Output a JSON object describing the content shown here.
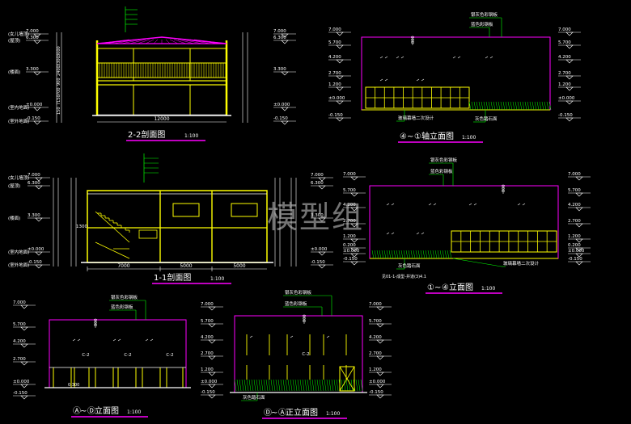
{
  "colors": {
    "background": "#000000",
    "wall": "#ffff00",
    "dim": "#ffffff",
    "outline": "#ff00ff",
    "leader": "#00ff00",
    "title_underline": "#ff00ff",
    "hatch": "#00ff00"
  },
  "watermark": "模型组",
  "common": {
    "level_labels": [
      "(女儿墙顶)",
      "(屋顶)",
      "(楼面)",
      "(室内地面)",
      "(室外地面)"
    ],
    "level_values": [
      "7.000",
      "6.300",
      "3.300",
      "±0.000",
      "-0.150"
    ],
    "roof_material_1": "银灰色彩钢板",
    "roof_material_2": "蓝色彩钢板",
    "window_label": "C-2",
    "ground_label": "灰色踏石面",
    "curtain_label": "玻璃幕墙二次设计",
    "ramp_label": "见01-1-成型-井道(3)4.1",
    "dim_800": "800"
  },
  "views": [
    {
      "id": "section-2-2",
      "title": "2-2剖面图",
      "scale": "1:100",
      "bottom_dim": "12000",
      "side_dims": [
        "3000",
        "3300",
        "2400",
        "900",
        "700",
        "7150",
        "150"
      ]
    },
    {
      "id": "elev-4-1",
      "title_prefix_1": "④",
      "title_mid": "~",
      "title_prefix_2": "①",
      "title": "轴立面图",
      "scale": "1:100",
      "levels": [
        "7.000",
        "5.700",
        "4.200",
        "2.700",
        "1.200",
        "±0.000",
        "-0.150"
      ]
    },
    {
      "id": "section-1-1",
      "title": "1-1剖面图",
      "scale": "1:100",
      "bottom_dims": [
        "7000",
        "5000",
        "5000"
      ],
      "mid_level": "1300"
    },
    {
      "id": "elev-1-4",
      "title_prefix_1": "①",
      "title_mid": "~",
      "title_prefix_2": "④",
      "title": "立面图",
      "scale": "1:100",
      "levels": [
        "7.000",
        "5.700",
        "4.200",
        "2.700",
        "1.200",
        "0.200",
        "±0.000",
        "-0.150"
      ]
    },
    {
      "id": "elev-A-D",
      "title_prefix_1": "Ⓐ",
      "title_mid": "~",
      "title_prefix_2": "Ⓓ",
      "title": "立面图",
      "scale": "1:100",
      "levels": [
        "7.000",
        "5.700",
        "4.200",
        "2.700",
        "±0.000",
        "-0.150"
      ],
      "inner_level": "0.300"
    },
    {
      "id": "elev-D-A",
      "title_prefix_1": "Ⓓ",
      "title_mid": "~",
      "title_prefix_2": "Ⓐ",
      "title": "正立面图",
      "scale": "1:100",
      "levels": [
        "7.000",
        "5.700",
        "4.200",
        "2.700",
        "1.200",
        "±0.000",
        "-0.150"
      ]
    }
  ]
}
